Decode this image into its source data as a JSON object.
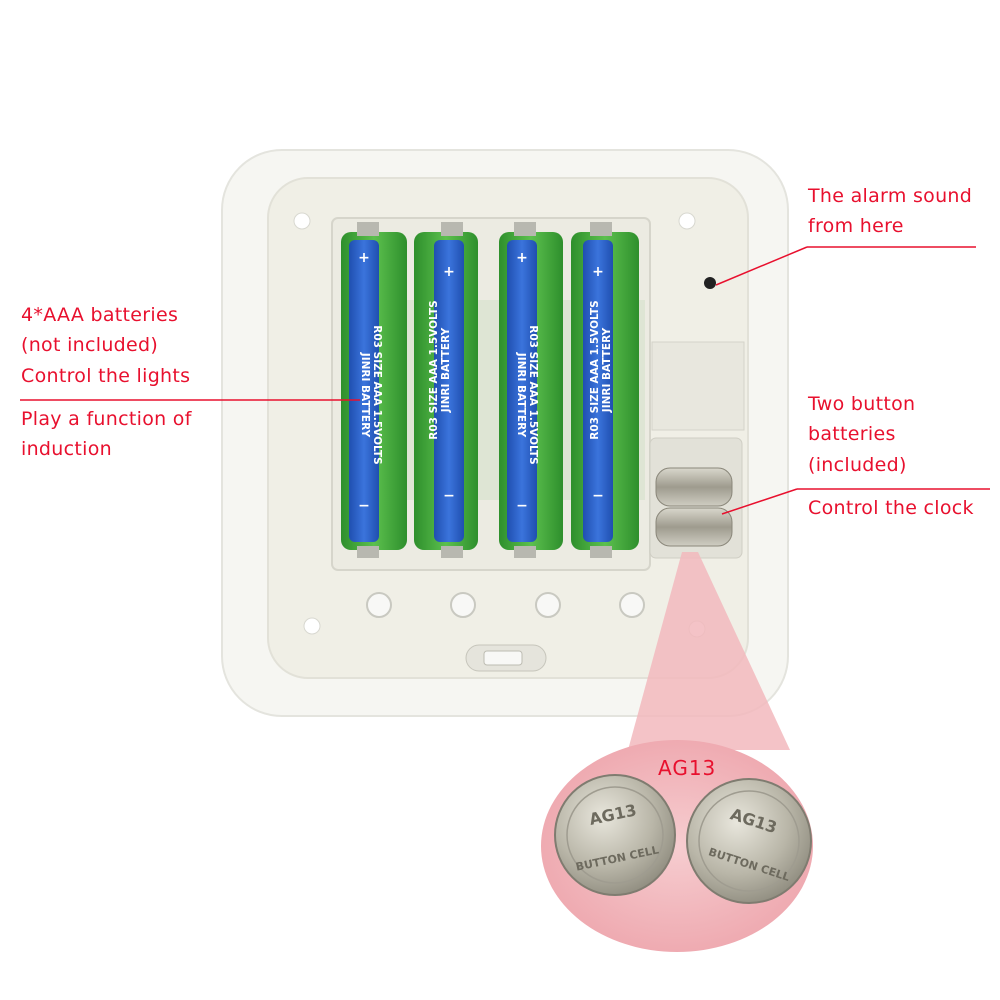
{
  "annotations": {
    "aaa_batteries": {
      "line1": "4*AAA batteries",
      "line2": "(not included)",
      "line3": "Control the lights"
    },
    "induction": {
      "line1": "Play a function of",
      "line2": "induction"
    },
    "alarm": {
      "line1": "The alarm sound",
      "line2": "from here"
    },
    "button_batteries": {
      "line1": "Two button",
      "line2": "batteries",
      "line3": "(included)",
      "line4": "Control the clock"
    },
    "cell_type": "AG13"
  },
  "battery_print": {
    "brand": "JINRI BATTERY",
    "size": "R03 SIZE AAA 1.5VOLTS",
    "coin_face": "AG13",
    "coin_ring": "BUTTON CELL",
    "plus": "+",
    "minus": "−"
  },
  "colors": {
    "label_red": "#e8102e",
    "battery_blue": "#2a5fc9",
    "battery_green": "#3fae3a",
    "housing": "#f6f6f2",
    "highlight_pink": "#f2b8bd"
  },
  "icons": [
    "speaker-hole-icon",
    "slide-switch-icon"
  ]
}
